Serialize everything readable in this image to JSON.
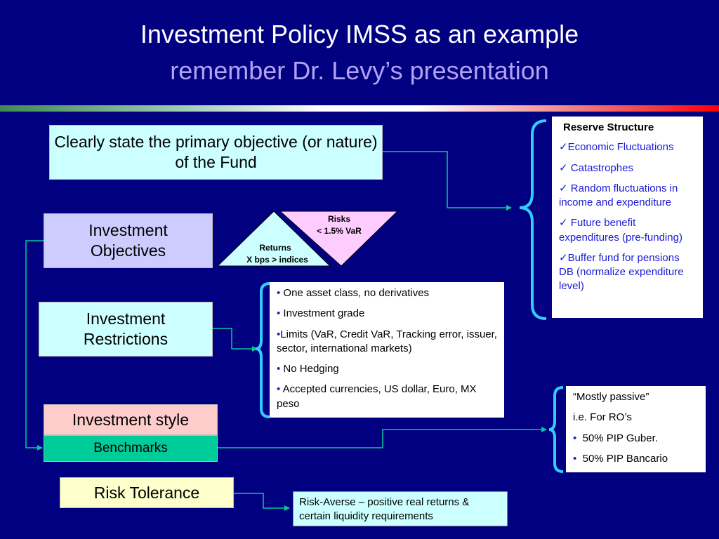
{
  "title": {
    "line1": "Investment Policy IMSS as an example",
    "line2": "remember Dr. Levy’s presentation"
  },
  "boxes": {
    "objective": "Clearly state the primary objective (or nature) of the Fund",
    "objectives": "Investment Objectives",
    "restrictions": "Investment Restrictions",
    "style": "Investment style",
    "benchmarks": "Benchmarks",
    "risk_tolerance": "Risk Tolerance"
  },
  "triangles": {
    "returns_line1": "Returns",
    "returns_line2": "X bps >  indices",
    "risks_line1": "Risks",
    "risks_line2": "< 1.5% VaR"
  },
  "reserve": {
    "heading": "Reserve Structure",
    "items": [
      "Economic Fluctuations",
      " Catastrophes",
      " Random fluctuations in income and expenditure",
      " Future benefit expenditures (pre-funding)",
      "Buffer fund for pensions DB (normalize expenditure level)"
    ],
    "check": "✓"
  },
  "restrictions_list": {
    "bullet": "•",
    "items": [
      " One asset class, no derivatives",
      " Investment grade",
      "Limits (VaR, Credit VaR, Tracking error, issuer, sector, international markets)",
      " No Hedging",
      " Accepted currencies, US dollar, Euro, MX peso"
    ]
  },
  "style_panel": {
    "line1": "“Mostly passive”",
    "line2": "i.e. For RO’s",
    "bullet": "•",
    "items": [
      "50% PIP Guber.",
      "50% PIP Bancario"
    ]
  },
  "risk_text": "Risk-Averse – positive real returns & certain liquidity requirements",
  "colors": {
    "background": "#000080",
    "objective_box": "#ccffff",
    "objectives_box": "#ccccff",
    "restrictions_box": "#ccffff",
    "style_box": "#ffcccc",
    "benchmarks_box": "#00cc99",
    "risk_box": "#ffffcc",
    "returns_triangle": "#ccffff",
    "risks_triangle": "#ffccff",
    "connector": "#00cc99",
    "brace": "#33ccff"
  }
}
